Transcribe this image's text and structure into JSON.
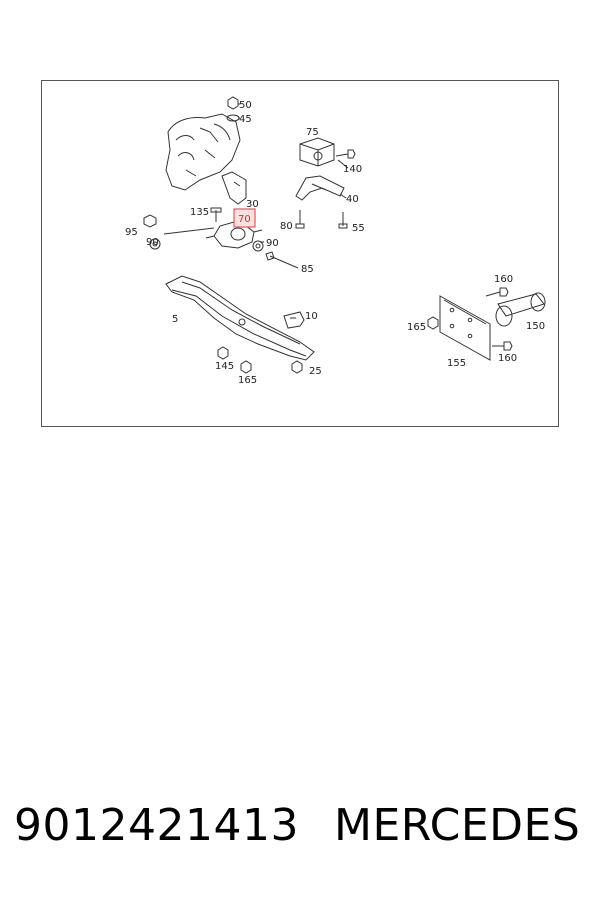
{
  "diagram": {
    "callouts": {
      "c50": "50",
      "c45": "45",
      "c75": "75",
      "c140": "140",
      "c40": "40",
      "c30": "30",
      "c135": "135",
      "c70": "70",
      "c95": "95",
      "c90a": "90",
      "c90b": "90",
      "c80": "80",
      "c55": "55",
      "c85": "85",
      "c5": "5",
      "c10": "10",
      "c145": "145",
      "c165a": "165",
      "c25": "25",
      "c160a": "160",
      "c165b": "165",
      "c150": "150",
      "c155": "155",
      "c160b": "160"
    },
    "highlighted_callout": "70",
    "highlight_color": "#e05a5a"
  },
  "footer": {
    "part_number": "9012421413",
    "brand": "MERCEDES"
  }
}
